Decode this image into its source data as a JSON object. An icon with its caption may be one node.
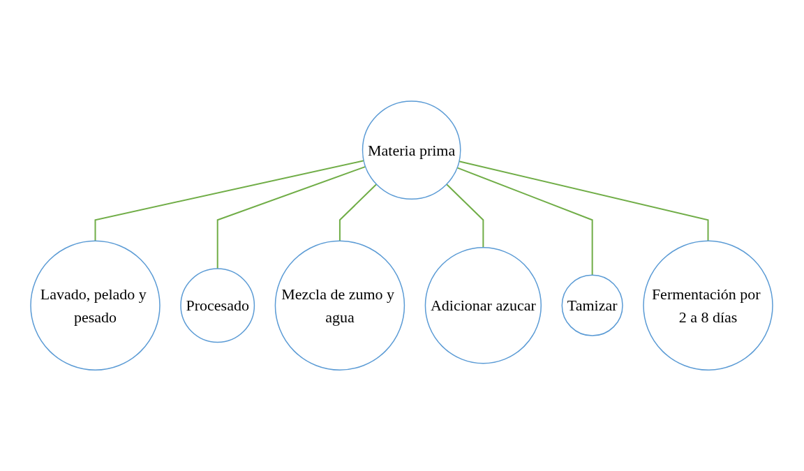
{
  "diagram": {
    "nodes": [
      {
        "text": [
          "Materia prima"
        ]
      },
      {
        "text": [
          "Lavado, pelado y pesado"
        ]
      },
      {
        "text": [
          "Procesado"
        ]
      },
      {
        "text": [
          "Mezcla de zumo y agua"
        ]
      },
      {
        "text": [
          "Adicionar azucar"
        ]
      },
      {
        "text": [
          "Tamizar"
        ]
      },
      {
        "text": [
          "Fermentación por 2 a 8 días"
        ]
      }
    ],
    "edges": [
      {
        "from": 0,
        "to": 1,
        "arrow": "none"
      },
      {
        "from": 0,
        "to": 2,
        "arrow": "none"
      },
      {
        "from": 0,
        "to": 3,
        "arrow": "none"
      },
      {
        "from": 0,
        "to": 4,
        "arrow": "none"
      },
      {
        "from": 0,
        "to": 5,
        "arrow": "none"
      },
      {
        "from": 0,
        "to": 6,
        "arrow": "none"
      }
    ]
  }
}
